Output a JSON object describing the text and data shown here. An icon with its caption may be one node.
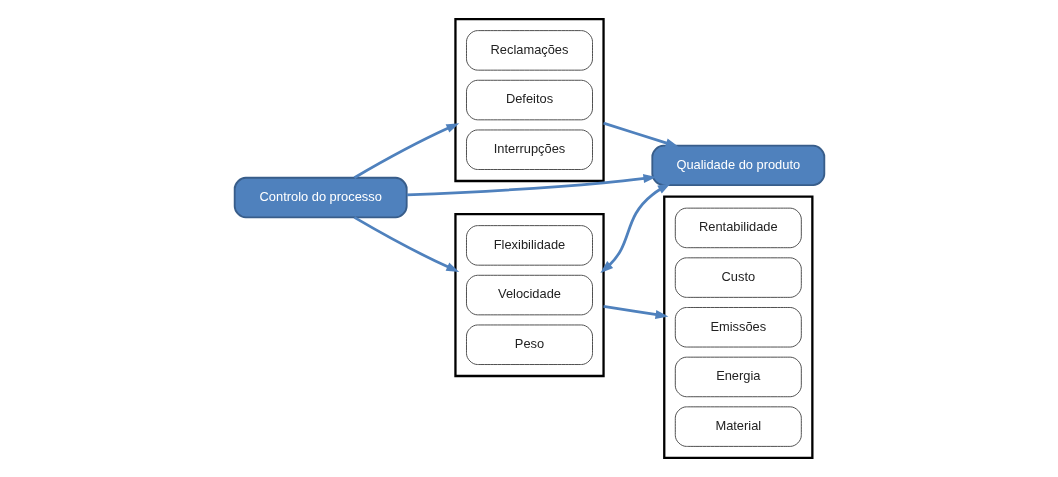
{
  "diagram": {
    "nodes": [
      {
        "text": [
          "Controlo do processo"
        ]
      },
      {
        "text": [],
        "shape": "box"
      },
      {
        "text": [
          "Interrupções"
        ],
        "in": 1
      },
      {
        "text": [
          "Defeitos"
        ],
        "in": 1
      },
      {
        "text": [
          "Reclamações"
        ],
        "in": 1
      },
      {
        "text": [],
        "shape": "box"
      },
      {
        "text": [
          "Peso"
        ],
        "in": 5
      },
      {
        "text": [
          "Velocidade"
        ],
        "in": 5
      },
      {
        "text": [
          "Flexibilidade"
        ],
        "in": 5
      },
      {
        "text": [],
        "shape": "box"
      },
      {
        "text": [
          "Material"
        ],
        "in": 9
      },
      {
        "text": [
          "Energia"
        ],
        "in": 9
      },
      {
        "text": [
          "Emissões"
        ],
        "in": 9
      },
      {
        "text": [
          "Custo"
        ],
        "in": 9
      },
      {
        "text": [
          "Rentabilidade"
        ],
        "in": 9
      },
      {
        "text": [
          "Qualidade do produto"
        ]
      }
    ],
    "edges": [
      {
        "from": 0,
        "to": 5,
        "arrow": "to"
      },
      {
        "from": 0,
        "to": 1,
        "arrow": "to"
      },
      {
        "from": 0,
        "to": 15,
        "arrow": "to"
      },
      {
        "from": 5,
        "to": 9,
        "arrow": "to"
      },
      {
        "from": 5,
        "to": 15,
        "arrow": "both"
      },
      {
        "from": 1,
        "to": 15,
        "arrow": "to"
      }
    ]
  }
}
